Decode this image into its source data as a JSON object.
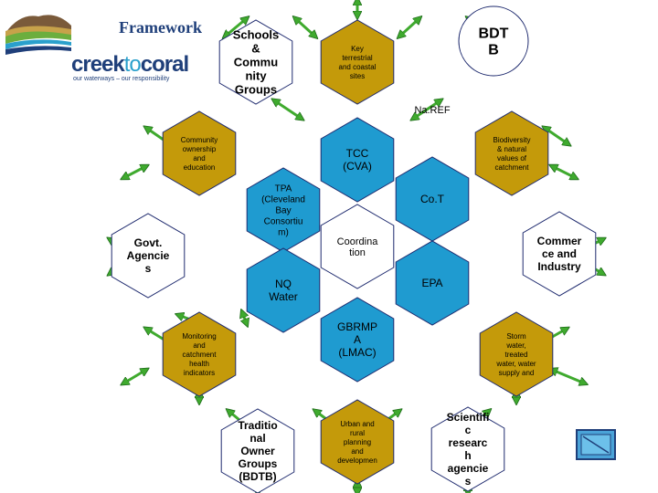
{
  "header": {
    "title": "Framework",
    "logo_word_a": "creek",
    "logo_word_b": "to",
    "logo_word_c": "coral",
    "tagline": "our waterways – our responsibility"
  },
  "colors": {
    "gold": "#c49a0a",
    "blue": "#1f9bd0",
    "outline": "#1e2a6e",
    "arrow": "#3faa2e"
  },
  "nodes": [
    {
      "id": "schools",
      "lines": [
        "Schools",
        "&",
        "Commu",
        "nity",
        "Groups"
      ],
      "style": "white-big"
    },
    {
      "id": "key-sites",
      "lines": [
        "Key",
        "terrestrial",
        "and coastal",
        "sites"
      ],
      "style": "gold-small"
    },
    {
      "id": "bdtb",
      "lines": [
        "BDT",
        "B"
      ],
      "style": "white-xl"
    },
    {
      "id": "naref",
      "lines": [
        "Na.REF"
      ],
      "style": "label"
    },
    {
      "id": "community-ownership",
      "lines": [
        "Community",
        "ownership",
        "and",
        "education"
      ],
      "style": "gold-small"
    },
    {
      "id": "tcc",
      "lines": [
        "TCC",
        "(CVA)"
      ],
      "style": "blue"
    },
    {
      "id": "biodiversity",
      "lines": [
        "Biodiversity",
        "& natural",
        "values of",
        "catchment"
      ],
      "style": "gold-small"
    },
    {
      "id": "tpa",
      "lines": [
        "TPA",
        "(Cleveland",
        "Bay",
        "Consortiu",
        "m)"
      ],
      "style": "blue-small"
    },
    {
      "id": "cot",
      "lines": [
        "Co.T"
      ],
      "style": "blue"
    },
    {
      "id": "govt",
      "lines": [
        "Govt.",
        "Agencie",
        "s"
      ],
      "style": "white-big"
    },
    {
      "id": "coordination",
      "lines": [
        "Coordina",
        "tion"
      ],
      "style": "white-med"
    },
    {
      "id": "commerce",
      "lines": [
        "Commer",
        "ce and",
        "Industry"
      ],
      "style": "white-big"
    },
    {
      "id": "nq-water",
      "lines": [
        "NQ",
        "Water"
      ],
      "style": "blue"
    },
    {
      "id": "epa",
      "lines": [
        "EPA"
      ],
      "style": "blue"
    },
    {
      "id": "monitoring",
      "lines": [
        "Monitoring",
        "and",
        "catchment",
        "health",
        "indicators"
      ],
      "style": "gold-small"
    },
    {
      "id": "gbrmpa",
      "lines": [
        "GBRMP",
        "A",
        "(LMAC)"
      ],
      "style": "blue"
    },
    {
      "id": "storm-water",
      "lines": [
        "Storm",
        "water,",
        "treated",
        "water, water",
        "supply and"
      ],
      "style": "gold-small"
    },
    {
      "id": "traditional-owner",
      "lines": [
        "Traditio",
        "nal",
        "Owner",
        "Groups",
        "(BDTB)"
      ],
      "style": "white-big"
    },
    {
      "id": "urban-planning",
      "lines": [
        "Urban and",
        "rural",
        "planning",
        "and",
        "developmen"
      ],
      "style": "gold-small"
    },
    {
      "id": "scientific",
      "lines": [
        "Scientifi",
        "c",
        "researc",
        "h",
        "agencie",
        "s"
      ],
      "style": "white-big"
    }
  ]
}
